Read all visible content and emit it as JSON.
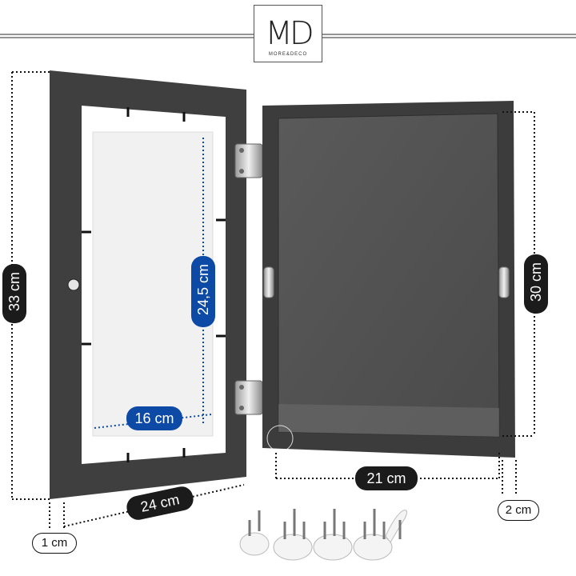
{
  "brand": {
    "logo_letters": "MD",
    "name": "MORE&DECO"
  },
  "dimensions": {
    "frame_height": "33 cm",
    "frame_width": "24 cm",
    "border_width": "1 cm",
    "inner_height": "24,5 cm",
    "inner_width": "16 cm",
    "glass_height": "30 cm",
    "glass_width": "21 cm",
    "depth": "2 cm"
  },
  "colors": {
    "frame": "#404040",
    "accent_blue": "#0d4aa6",
    "label_dark": "#1b1b1b"
  },
  "accessories": {
    "hooks_icon": "wall-hook-icon"
  }
}
